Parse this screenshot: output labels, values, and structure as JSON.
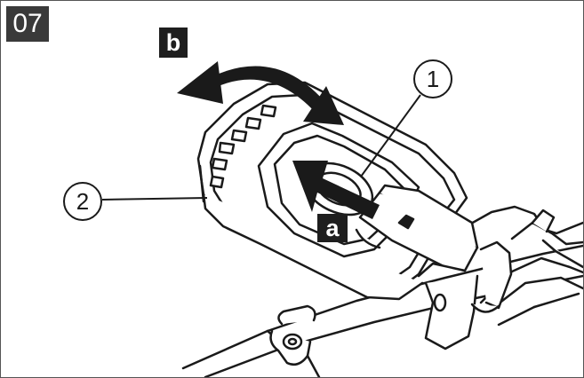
{
  "figure": {
    "step_number": "07",
    "arrow_labels": {
      "slide": "a",
      "rotate": "b"
    },
    "callouts": [
      "1",
      "2"
    ]
  }
}
